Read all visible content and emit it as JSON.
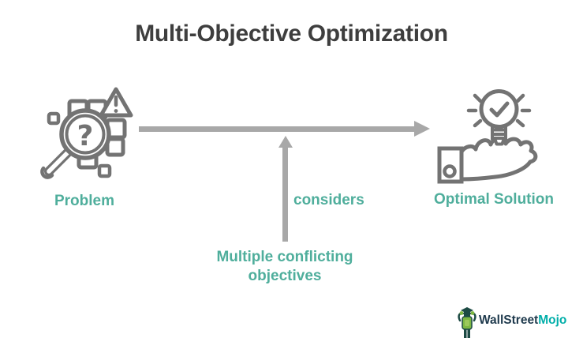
{
  "title": "Multi-Objective Optimization",
  "nodes": {
    "problem": {
      "label": "Problem",
      "icon": "problem-magnifier-icon"
    },
    "solution": {
      "label": "Optimal Solution",
      "icon": "solution-bulb-hand-icon"
    }
  },
  "annotations": {
    "considers": "considers",
    "objectives": "Multiple conflicting objectives"
  },
  "arrows": {
    "horizontal": "problem-to-solution",
    "vertical": "objectives-considers"
  },
  "logo": {
    "part1": "WallStreet",
    "part2": "Mojo",
    "icon": "wallstreetmojo-mascot-icon"
  },
  "colors": {
    "background": "#FFFFFF",
    "title_text": "#3E3E3E",
    "teal_label": "#4FAE9C",
    "icon_stroke": "#737373",
    "arrow_gray": "#A8A8A8",
    "logo_dark": "#1F3A4D",
    "logo_teal": "#00AEA9",
    "mascot_dark_green": "#1C4A44",
    "mascot_light_green": "#7DB742"
  }
}
